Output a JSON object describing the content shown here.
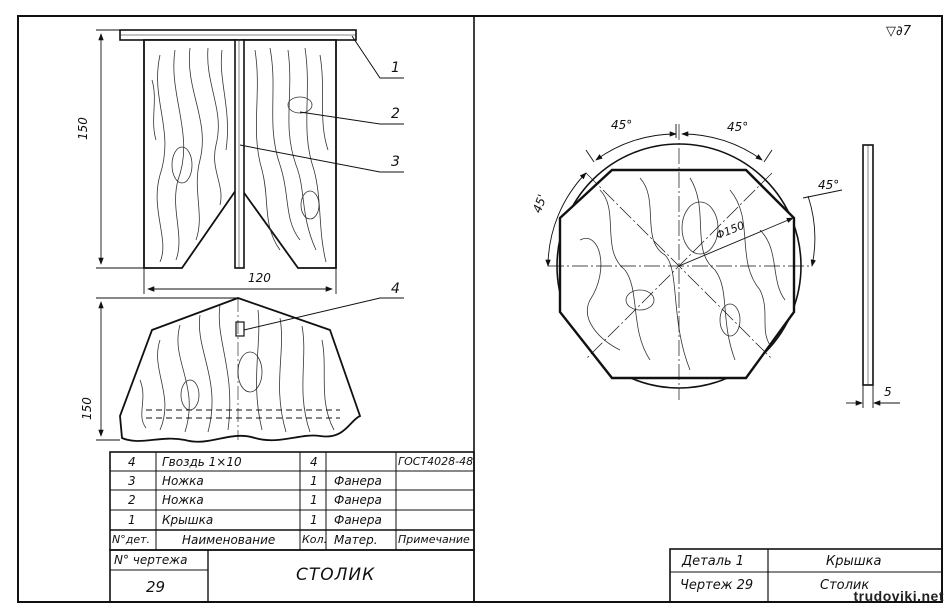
{
  "surface_mark": "▽∂7",
  "callouts": [
    "1",
    "2",
    "3",
    "4"
  ],
  "dimensions": {
    "leg_height": "150",
    "leg_width": "120",
    "leg_side_height": "150",
    "top_diameter": "Φ150",
    "top_thickness": "5",
    "angle_1": "45°",
    "angle_2": "45°",
    "angle_3": "45°",
    "angle_4": "45'"
  },
  "parts_table": {
    "rows": [
      {
        "num": "4",
        "name": "Гвоздь 1×10",
        "qty": "4",
        "material": "",
        "note": "ГОСТ4028-48"
      },
      {
        "num": "3",
        "name": "Ножка",
        "qty": "1",
        "material": "Фанера",
        "note": ""
      },
      {
        "num": "2",
        "name": "Ножка",
        "qty": "1",
        "material": "Фанера",
        "note": ""
      },
      {
        "num": "1",
        "name": "Крышка",
        "qty": "1",
        "material": "Фанера",
        "note": ""
      }
    ],
    "headers": {
      "num": "N°дет.",
      "name": "Наименование",
      "qty": "Кол.",
      "material": "Матер.",
      "note": "Примечание"
    }
  },
  "title_block_left": {
    "drawing_no_label": "N° чертежа",
    "drawing_no": "29",
    "title": "СТОЛИК"
  },
  "title_block_right": {
    "detail_label": "Деталь 1",
    "detail_name": "Крышка",
    "drawing_label": "Чертеж 29",
    "drawing_name": "Столик"
  },
  "watermark": "trudoviki.net"
}
